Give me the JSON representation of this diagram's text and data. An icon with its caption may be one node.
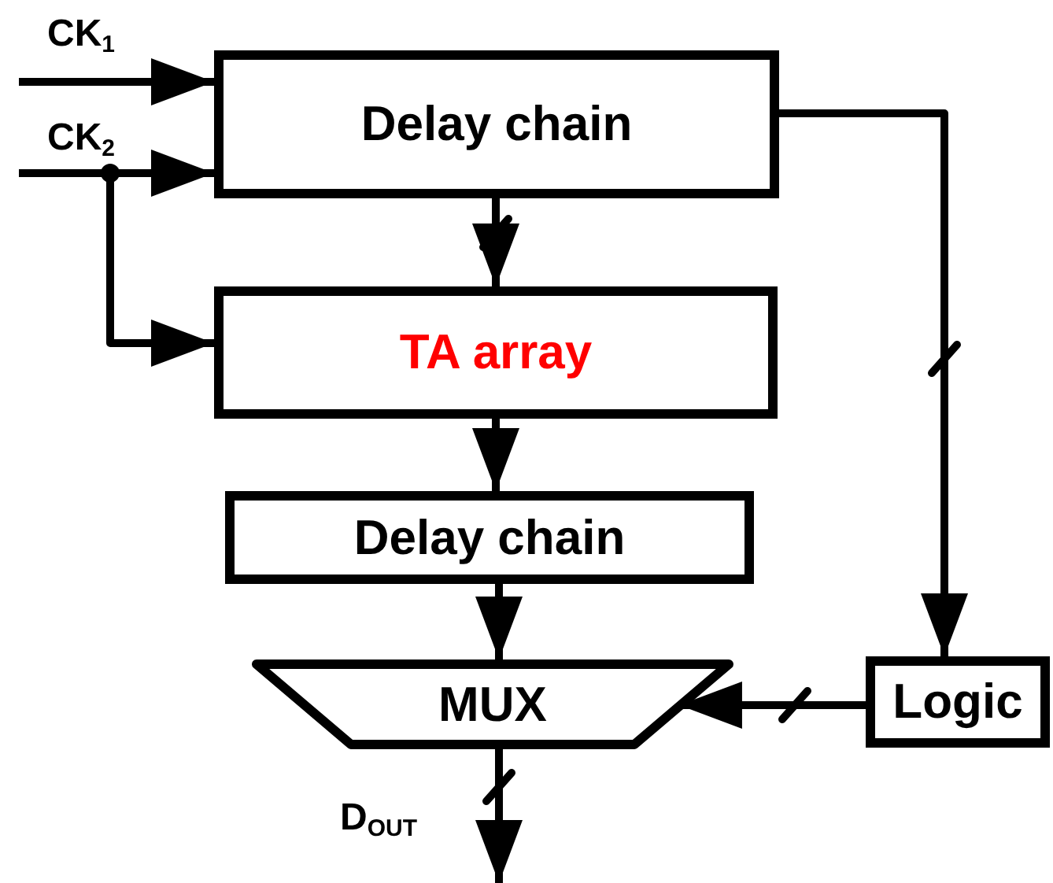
{
  "diagram": {
    "nodes": [
      {
        "text": [
          "Delay chain"
        ]
      },
      {
        "text": [
          "TA array"
        ]
      },
      {
        "text": [
          "Delay chain"
        ]
      },
      {
        "text": [
          "MUX"
        ]
      },
      {
        "text": [
          "Logic"
        ]
      }
    ],
    "edges": [
      {
        "from": null,
        "to": 0,
        "arrow": "to",
        "label": "CK$_{1}$"
      },
      {
        "from": null,
        "to": 0,
        "arrow": "to",
        "label": "CK$_{2}$"
      },
      {
        "from": null,
        "to": 1,
        "arrow": "to"
      },
      {
        "from": 0,
        "to": 1,
        "arrow": "to"
      },
      {
        "from": 0,
        "to": 4,
        "arrow": "to"
      },
      {
        "from": 1,
        "to": 2,
        "arrow": "to"
      },
      {
        "from": 2,
        "to": 3,
        "arrow": "to"
      },
      {
        "from": 4,
        "to": 3,
        "arrow": "to"
      },
      {
        "from": 3,
        "to": null,
        "arrow": "to",
        "label": "D$_{OUT}$"
      }
    ]
  }
}
